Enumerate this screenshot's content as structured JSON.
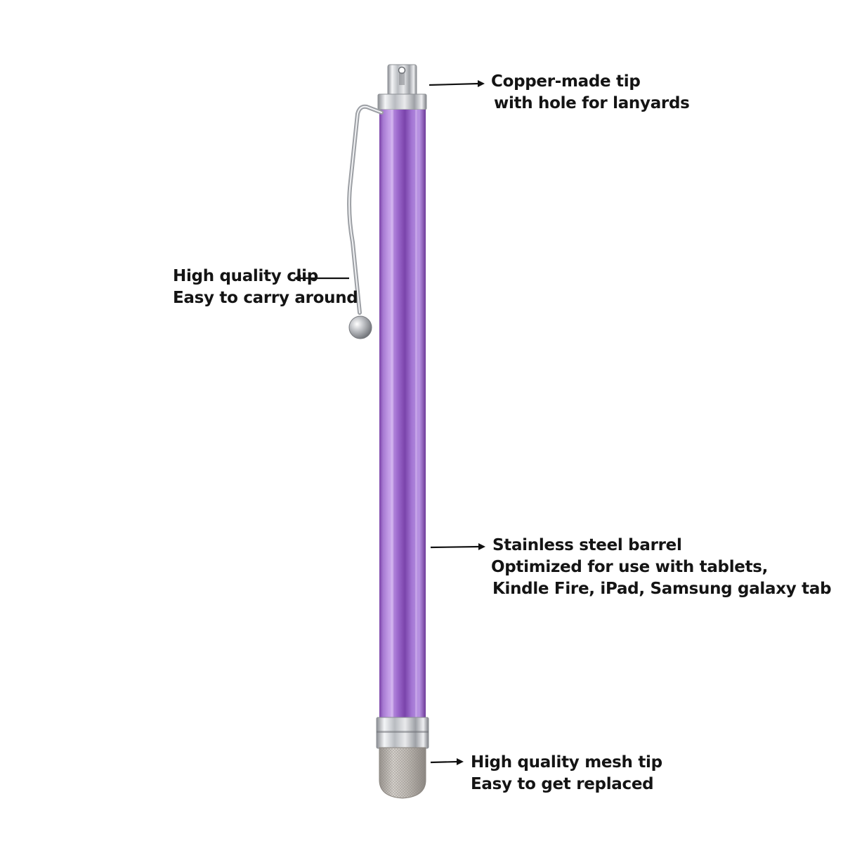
{
  "product": {
    "name_icon": "stylus-pen-icon",
    "barrel_color": "#9b66c9",
    "trim_color": "#c9cbcf"
  },
  "callouts": {
    "top": {
      "line1": "Copper-made tip",
      "line2": "with hole for lanyards"
    },
    "clip": {
      "line1": "High quality clip",
      "line2": "Easy to carry around"
    },
    "barrel": {
      "line1": "Stainless steel barrel",
      "line2": "Optimized for use with tablets,",
      "line3": "Kindle Fire, iPad, Samsung galaxy tab"
    },
    "mesh": {
      "line1": "High quality mesh tip",
      "line2": "Easy to get replaced"
    }
  }
}
